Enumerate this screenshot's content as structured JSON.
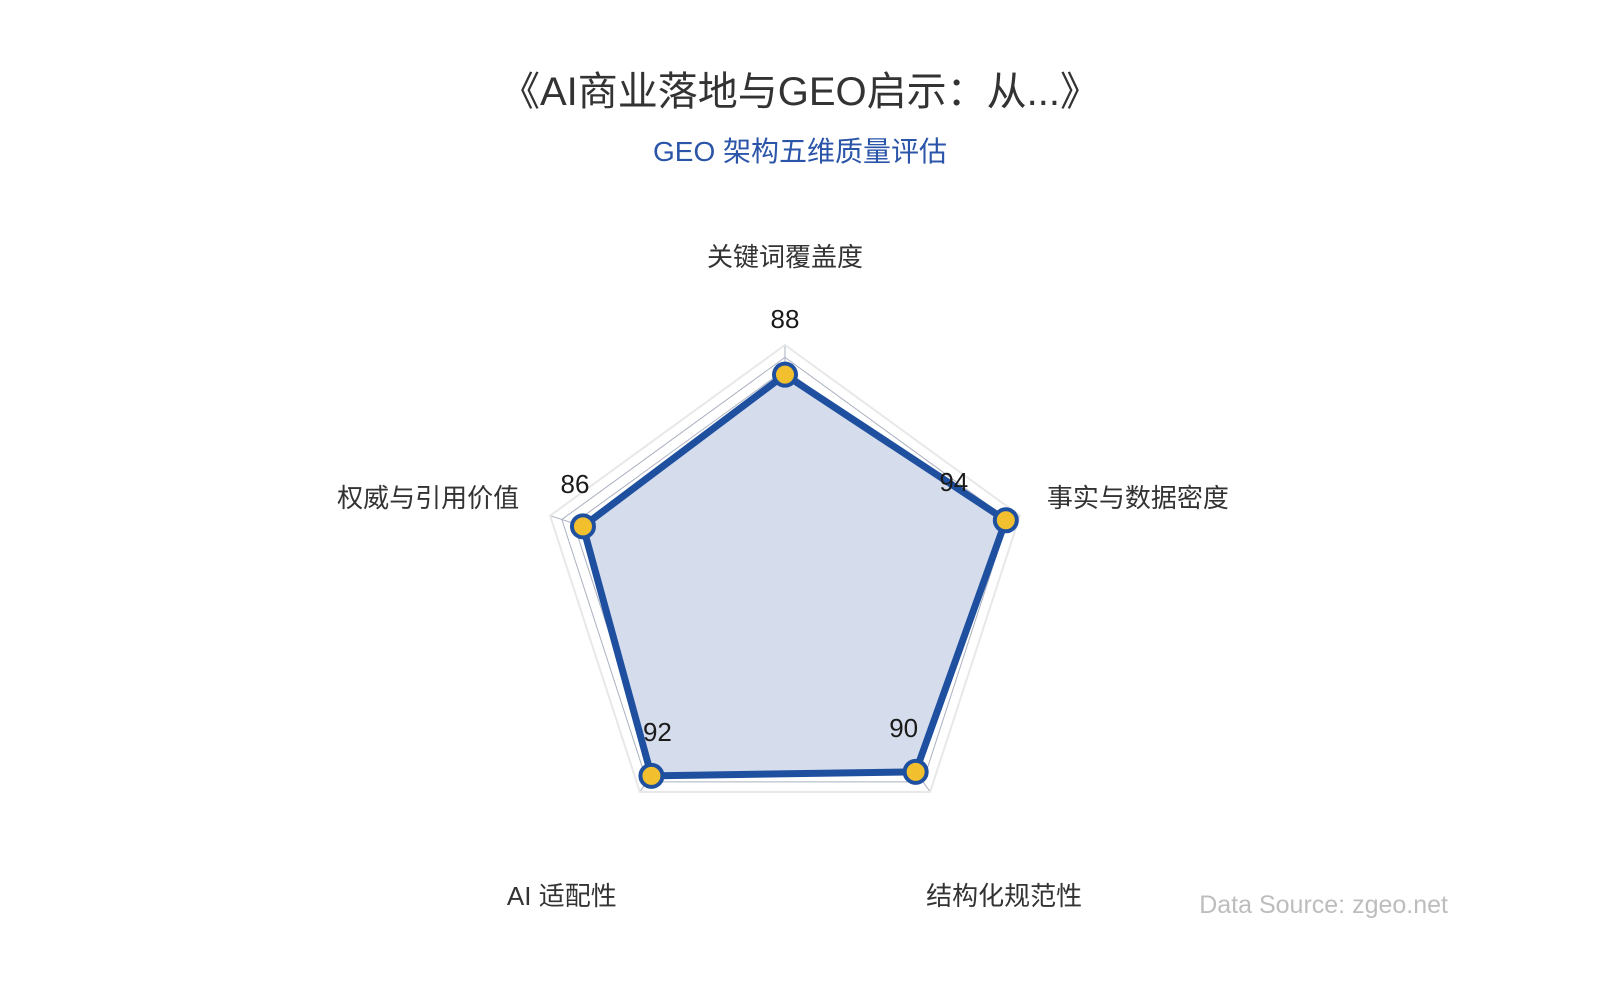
{
  "header": {
    "title": "《AI商业落地与GEO启示：从...》",
    "subtitle": "GEO 架构五维质量评估",
    "subtitle_color": "#2b55a8",
    "title_color": "#333333"
  },
  "footer": {
    "data_source": "Data Source: zgeo.net",
    "color": "#bdbdbd"
  },
  "axes": [
    {
      "label": "关键词覆盖度",
      "value": "88"
    },
    {
      "label": "事实与数据密度",
      "value": "94"
    },
    {
      "label": "结构化规范性",
      "value": "90"
    },
    {
      "label": "AI 适配性",
      "value": "92"
    },
    {
      "label": "权威与引用价值",
      "value": "86"
    }
  ],
  "style": {
    "series_stroke": "#1f50a0",
    "series_fill": "#d5dcec",
    "marker_fill": "#f2c02e",
    "marker_stroke": "#1f50a0",
    "grid_line": "#a9b0bf",
    "outer_ring": "#e8e8e8"
  },
  "chart_data": {
    "type": "radar",
    "title": "《AI商业落地与GEO启示：从...》",
    "subtitle": "GEO 架构五维质量评估",
    "categories": [
      "关键词覆盖度",
      "事实与数据密度",
      "结构化规范性",
      "AI 适配性",
      "权威与引用价值"
    ],
    "series": [
      {
        "name": "GEO 架构五维质量评估",
        "values": [
          88,
          94,
          90,
          92,
          86
        ]
      }
    ],
    "value_range": [
      0,
      100
    ],
    "rings": 20,
    "show_value_labels": true,
    "legend": "none",
    "grid": true,
    "annotations": [
      "Data Source: zgeo.net"
    ]
  }
}
